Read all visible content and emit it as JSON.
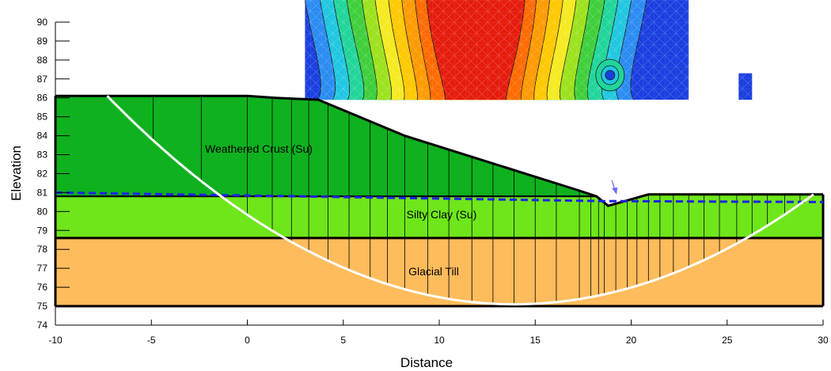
{
  "axes": {
    "x_title": "Distance",
    "y_title": "Elevation",
    "x_ticks": [
      {
        "value": -10,
        "label": "-10"
      },
      {
        "value": -5,
        "label": "-5"
      },
      {
        "value": 0,
        "label": "0"
      },
      {
        "value": 5,
        "label": "5"
      },
      {
        "value": 10,
        "label": "10"
      },
      {
        "value": 15,
        "label": "15"
      },
      {
        "value": 20,
        "label": "20"
      },
      {
        "value": 25,
        "label": "25"
      },
      {
        "value": 30,
        "label": "30"
      }
    ],
    "y_ticks": [
      {
        "value": 74,
        "label": "74"
      },
      {
        "value": 75,
        "label": "75"
      },
      {
        "value": 76,
        "label": "76"
      },
      {
        "value": 77,
        "label": "77"
      },
      {
        "value": 78,
        "label": "78"
      },
      {
        "value": 79,
        "label": "79"
      },
      {
        "value": 80,
        "label": "80"
      },
      {
        "value": 81,
        "label": "81"
      },
      {
        "value": 82,
        "label": "82"
      },
      {
        "value": 83,
        "label": "83"
      },
      {
        "value": 84,
        "label": "84"
      },
      {
        "value": 85,
        "label": "85"
      },
      {
        "value": 86,
        "label": "86"
      },
      {
        "value": 87,
        "label": "87"
      },
      {
        "value": 88,
        "label": "88"
      },
      {
        "value": 89,
        "label": "89"
      },
      {
        "value": 90,
        "label": "90"
      }
    ],
    "x_range": [
      -10,
      30
    ],
    "y_range": [
      74,
      90.5
    ]
  },
  "layers": [
    {
      "name": "Weathered Crust (Su)",
      "color": "#0fb11f"
    },
    {
      "name": "Silty Clay (Su)",
      "color": "#6ee61a"
    },
    {
      "name": "Glacial Till",
      "color": "#ffbc5c"
    }
  ],
  "colors": {
    "outline": "#000000",
    "slip_surface": "#ffffff",
    "water_table": "#1f22e6",
    "water_marker": "#6a6af0",
    "contour_palette": [
      "#e51b0c",
      "#ff6a00",
      "#ff9a00",
      "#ffc800",
      "#f4ea1f",
      "#9be21b",
      "#3ecf3b",
      "#20d59a",
      "#1fc7e0",
      "#2a8cf2",
      "#1a3fe0"
    ]
  },
  "geometry": {
    "ground_surface": [
      [
        -10,
        86.1
      ],
      [
        0,
        86.1
      ],
      [
        1.5,
        86.0
      ],
      [
        3.7,
        85.9
      ],
      [
        8.2,
        84.0
      ],
      [
        17.3,
        81.1
      ],
      [
        18.2,
        80.8
      ],
      [
        18.8,
        80.3
      ],
      [
        20.9,
        80.9
      ],
      [
        30,
        80.9
      ]
    ],
    "silty_clay_top": [
      [
        -10,
        80.8
      ],
      [
        18.2,
        80.8
      ],
      [
        18.8,
        80.3
      ],
      [
        20.9,
        80.9
      ],
      [
        30,
        80.9
      ]
    ],
    "glacial_till_top": [
      [
        -10,
        78.6
      ],
      [
        30,
        78.6
      ]
    ],
    "model_bottom": 75.0,
    "water_table": [
      [
        -10,
        81.0
      ],
      [
        18.5,
        80.55
      ],
      [
        30,
        80.5
      ]
    ],
    "water_marker": [
      19.2,
      80.9
    ],
    "slip_surface": {
      "center_x": 13.9,
      "bottom_y": 75.1,
      "entry": [
        -7.3,
        86.1
      ],
      "exit": [
        29.5,
        80.9
      ]
    },
    "slice_boundaries": [
      -4.9,
      -2.4,
      0,
      1.3,
      2.3,
      3.2,
      4.2,
      5.3,
      6.4,
      7.3,
      8.2,
      9.4,
      10.5,
      11.7,
      12.8,
      13.9,
      15.0,
      16.1,
      17.3,
      17.9,
      18.3,
      18.6,
      19.2,
      19.8,
      20.3,
      20.9,
      21.5,
      22.2,
      23.0,
      23.8,
      24.6,
      25.5,
      26.3,
      27.1,
      28.0,
      28.8
    ],
    "contour_window": {
      "x": [
        3.0,
        23.0
      ],
      "y": [
        85.9,
        90.5
      ]
    },
    "contour_bands": [
      {
        "half_width_top": 2.6,
        "half_width_bottom": 1.6
      },
      {
        "half_width_top": 3.2,
        "half_width_bottom": 2.4
      },
      {
        "half_width_top": 3.9,
        "half_width_bottom": 3.1
      },
      {
        "half_width_top": 4.6,
        "half_width_bottom": 3.8
      },
      {
        "half_width_top": 5.3,
        "half_width_bottom": 4.5
      },
      {
        "half_width_top": 6.0,
        "half_width_bottom": 5.3
      },
      {
        "half_width_top": 6.8,
        "half_width_bottom": 6.0
      },
      {
        "half_width_top": 7.5,
        "half_width_bottom": 6.8
      },
      {
        "half_width_top": 8.2,
        "half_width_bottom": 7.6
      },
      {
        "half_width_top": 9.0,
        "half_width_bottom": 8.4
      }
    ],
    "contour_center": [
      11.9,
      90.5
    ],
    "contour_spot": [
      18.9,
      87.2
    ],
    "extra_cell": {
      "x": [
        25.6,
        26.3
      ],
      "y": [
        85.9,
        87.3
      ]
    }
  }
}
